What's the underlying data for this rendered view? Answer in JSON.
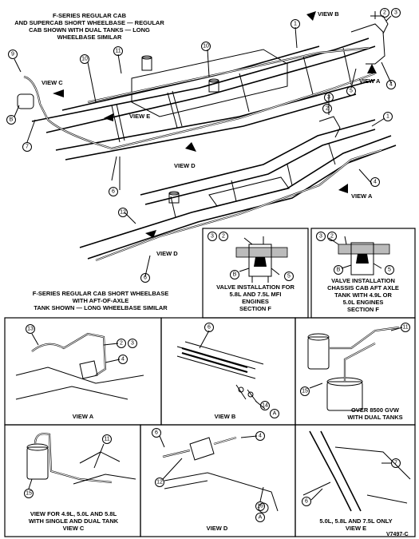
{
  "labels": {
    "top_title": [
      "F-SERIES REGULAR CAB",
      "AND SUPERCAB SHORT WHEELBASE — REGULAR",
      "CAB SHOWN WITH DUAL TANKS — LONG",
      "WHEELBASE SIMILAR"
    ],
    "mid_title": [
      "F-SERIES REGULAR CAB SHORT WHEELBASE",
      "WITH AFT-OF-AXLE",
      "TANK SHOWN — LONG WHEELBASE SIMILAR"
    ],
    "valve_left": [
      "VALVE INSTALLATION FOR",
      "5.8L AND 7.5L MFI",
      "ENGINES",
      "SECTION F"
    ],
    "valve_right": [
      "VALVE INSTALLATION",
      "CHASSIS CAB AFT AXLE",
      "TANK WITH 4.9L OR",
      "5.0L ENGINES",
      "SECTION F"
    ],
    "view_a": "VIEW A",
    "view_b": "VIEW B",
    "view_c": "VIEW C",
    "view_d": "VIEW D",
    "view_e": "VIEW E",
    "gvw": [
      "OVER 8500 GVW",
      "WITH DUAL TANKS"
    ],
    "view_c_caption": [
      "VIEW FOR 4.9L, 5.0L AND 5.8L",
      "WITH SINGLE AND DUAL TANK",
      "VIEW C"
    ],
    "view_e_caption": [
      "5.0L, 5.8L AND 7.5L ONLY",
      "VIEW E"
    ],
    "figure_code": "V7497-C"
  },
  "callouts": {
    "n1": "1",
    "n2": "2",
    "n3": "3",
    "n4": "4",
    "n5": "5",
    "n6": "6",
    "n7": "7",
    "n9": "9",
    "n10": "10",
    "n11": "11",
    "n12": "12",
    "n13": "13",
    "n14": "14",
    "n15": "15",
    "n16": "16",
    "A": "A",
    "B": "B"
  }
}
